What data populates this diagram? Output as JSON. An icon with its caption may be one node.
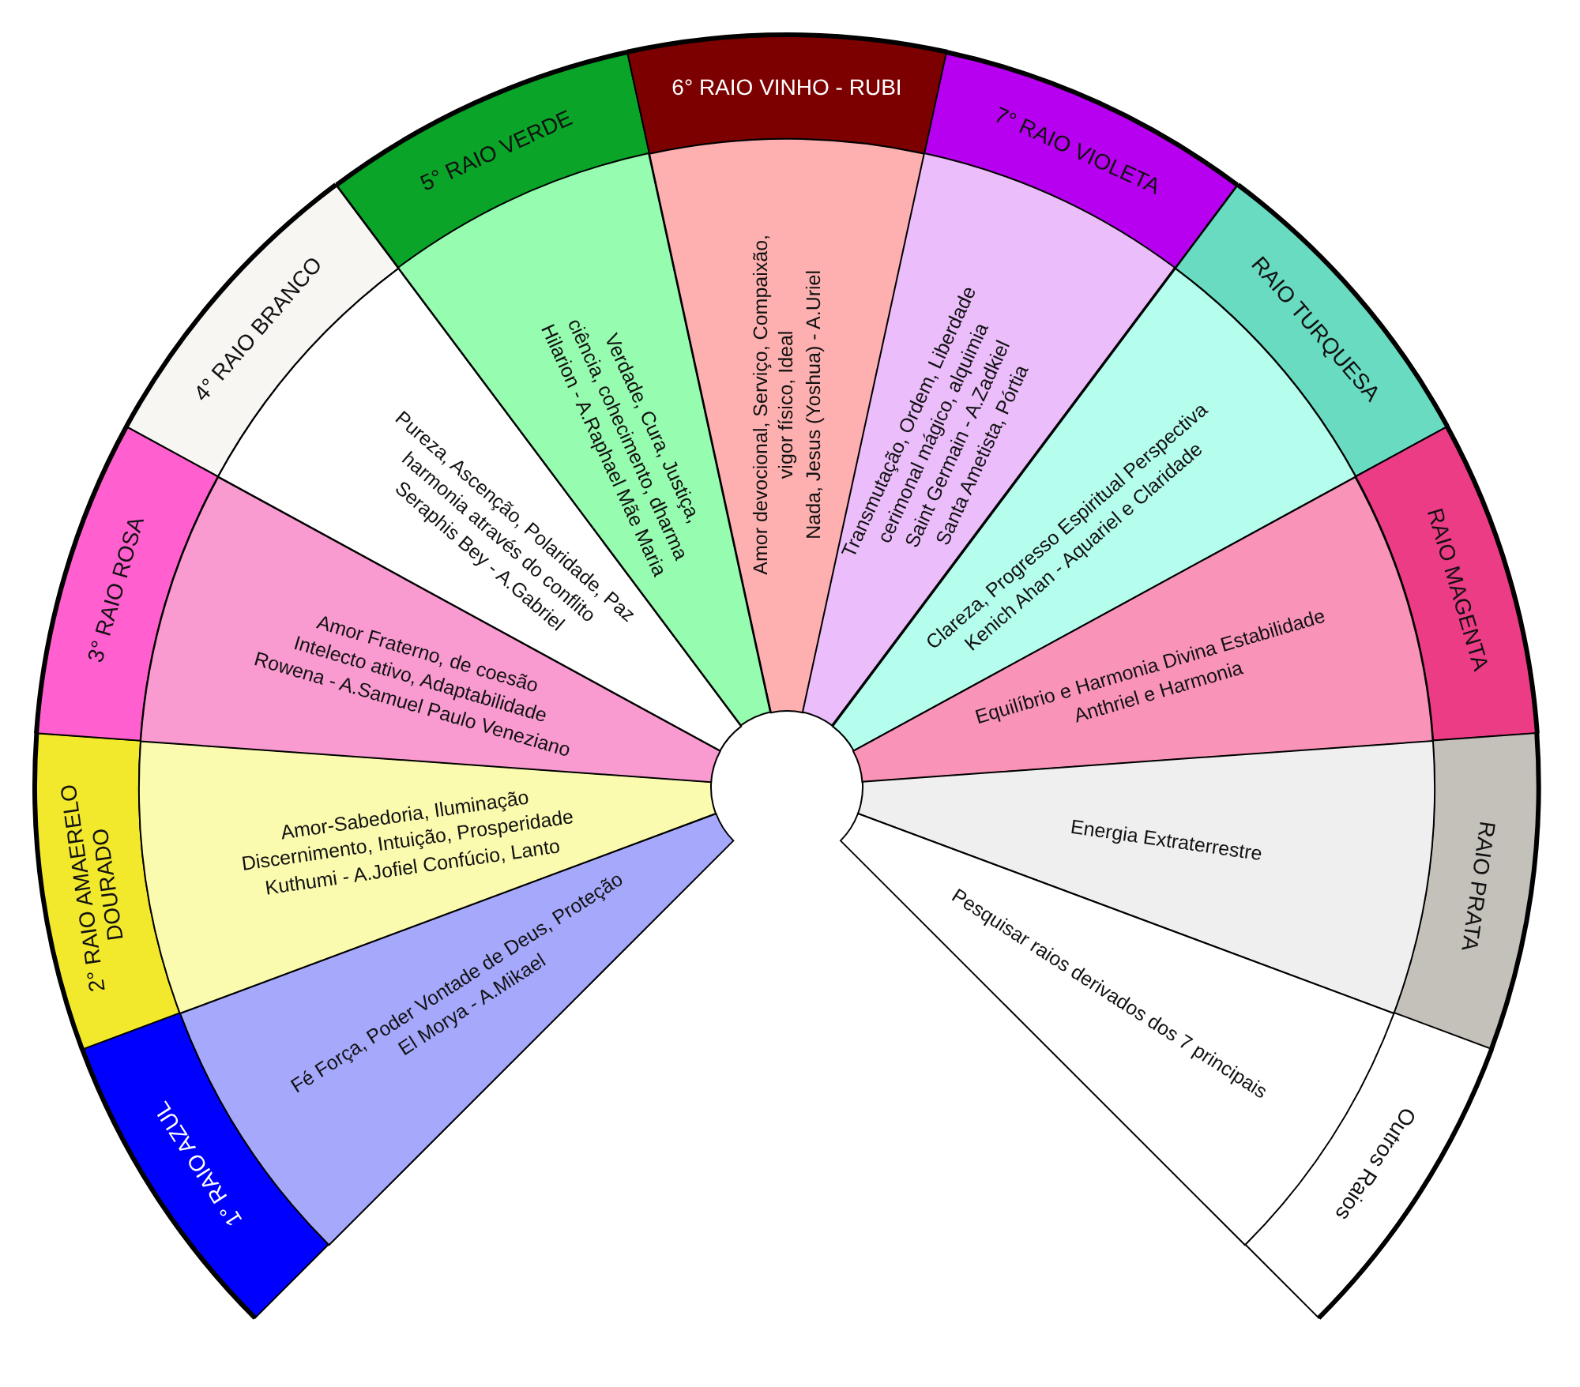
{
  "diagram": {
    "nodes": [
      {
        "text": [
          "1° RAIO AZUL"
        ]
      },
      {
        "text": [
          "Fé Força, Poder Vontade de Deus, Proteção",
          "El Morya - A.Mikael"
        ]
      },
      {
        "text": [
          "2° RAIO AMAERELO DOURADO"
        ]
      },
      {
        "text": [
          "Amor-Sabedoria, Iluminação",
          "Discernimento, Intuição, Prosperidade",
          "Kuthumi - A.Jofiel Confúcio, Lanto"
        ]
      },
      {
        "text": [
          "3° RAIO ROSA"
        ]
      },
      {
        "text": [
          "Amor Fraterno, de coesão",
          "Intelecto ativo, Adaptabilidade",
          "Rowena - A.Samuel Paulo Veneziano"
        ]
      },
      {
        "text": [
          "4° RAIO BRANCO"
        ]
      },
      {
        "text": [
          "Pureza, Ascenção, Polaridade, Paz",
          "harmonia através do conflito",
          "Seraphis Bey - A.Gabriel"
        ]
      },
      {
        "text": [
          "5° RAIO VERDE"
        ]
      },
      {
        "text": [
          "Verdade, Cura, Justiça,",
          "ciência, cohecimento, dharma",
          "Hilarion - A.Raphael Mãe Maria"
        ]
      },
      {
        "text": [
          "6° RAIO VINHO - RUBI"
        ]
      },
      {
        "text": [
          "Amor devocional, Serviço, Compaixão,",
          "vigor físico, Ideal",
          "Nada, Jesus (Yoshua) - A.Uriel"
        ]
      },
      {
        "text": [
          "7° RAIO VIOLETA"
        ]
      },
      {
        "text": [
          "Transmutação, Ordem, Liberdade",
          "cerimonal mágico, alquimia",
          "Saint Germain - A.Zadkiel",
          "Santa Ametista, Pórtia"
        ]
      },
      {
        "text": [
          "RAIO TURQUESA"
        ]
      },
      {
        "text": [
          "Clareza, Progresso Espiritual Perspectiva",
          "Kenich Ahan - Aquariel e Claridade"
        ]
      },
      {
        "text": [
          "RAIO MAGENTA"
        ]
      },
      {
        "text": [
          "Equilíbrio e Harmonia Divina Estabilidade",
          "Anthriel e Harmonia"
        ]
      },
      {
        "text": [
          "RAIO PRATA"
        ]
      },
      {
        "text": [
          "Energia Extraterrestre"
        ]
      },
      {
        "text": [
          "Outros Raios"
        ]
      },
      {
        "text": [
          "Pesquisar raios derivados dos 7 principais"
        ]
      }
    ]
  }
}
